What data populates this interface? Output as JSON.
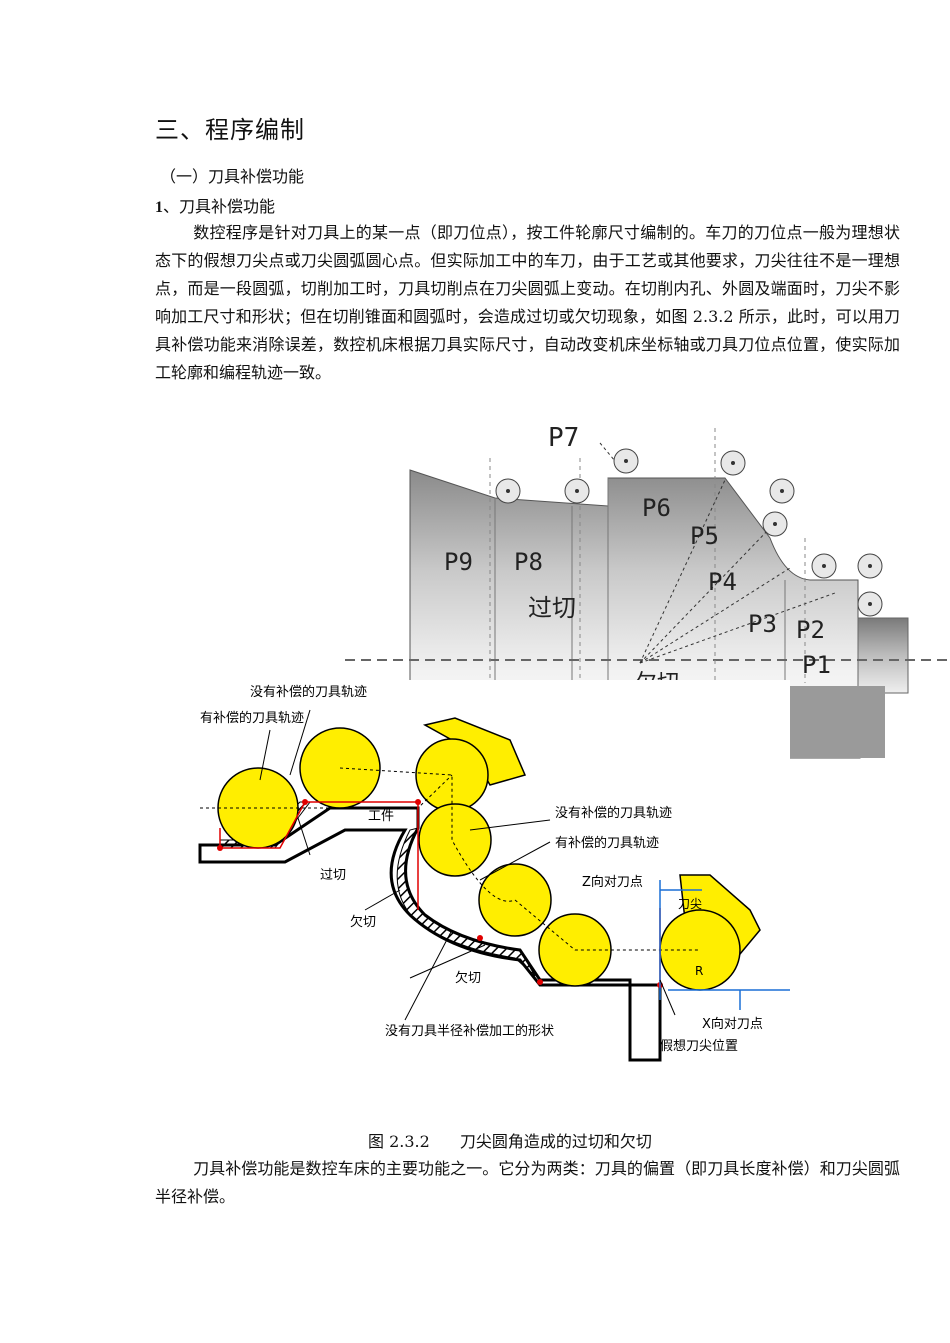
{
  "heading": "三、程序编制",
  "subheading": "（一）刀具补偿功能",
  "section_num": "1",
  "section_title": "、刀具补偿功能",
  "paragraph1": "数控程序是针对刀具上的某一点（即刀位点），按工件轮廓尺寸编制的。车刀的刀位点一般为理想状态下的假想刀尖点或刀尖圆弧圆心点。但实际加工中的车刀，由于工艺或其他要求，刀尖往往不是一理想点，而是一段圆弧，切削加工时，刀具切削点在刀尖圆弧上变动。在切削内孔、外圆及端面时，刀尖不影响加工尺寸和形状；但在切削锥面和圆弧时，会造成过切或欠切现象，如图 2.3.2 所示，此时，可以用刀具补偿功能来消除误差，数控机床根据刀具实际尺寸，自动改变机床坐标轴或刀具刀位点位置，使实际加工轮廓和编程轨迹一致。",
  "figure": {
    "top_labels": {
      "p7": "P7",
      "p6": "P6",
      "p5": "P5",
      "p4": "P4",
      "p3": "P3",
      "p2": "P2",
      "p1": "P1",
      "p9": "P9",
      "p8": "P8",
      "overcut": "过切",
      "undercut_partial": "欠切"
    },
    "bottom_labels": {
      "no_comp_path_1": "没有补偿的刀具轨迹",
      "with_comp_path_1": "有补偿的刀具轨迹",
      "workpiece": "工件",
      "no_comp_path_2": "没有补偿的刀具轨迹",
      "with_comp_path_2": "有补偿的刀具轨迹",
      "z_setting": "Z向对刀点",
      "tool_tip": "刀尖",
      "overcut": "过切",
      "undercut_1": "欠切",
      "undercut_2": "欠切",
      "radius": "R",
      "no_radius_comp_shape": "没有刀具半径补偿加工的形状",
      "x_setting": "X向对刀点",
      "imaginary_tip": "假想刀尖位置"
    },
    "colors": {
      "tool_fill": "#ffee00",
      "path_red": "#e00000",
      "outline": "#000000",
      "blue": "#1a6fd6"
    }
  },
  "caption_num": "图 2.3.2",
  "caption_text": "刀尖圆角造成的过切和欠切",
  "paragraph2": "刀具补偿功能是数控车床的主要功能之一。它分为两类：刀具的偏置（即刀具长度补偿）和刀尖圆弧半径补偿。"
}
